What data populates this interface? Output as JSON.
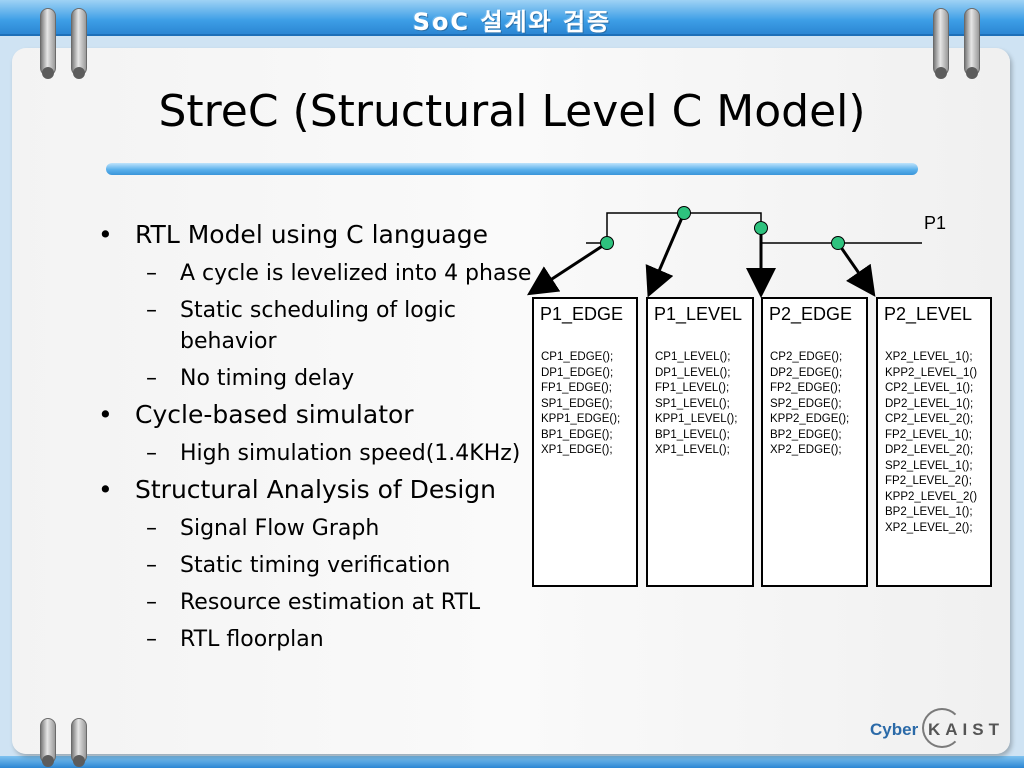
{
  "header": {
    "title": "SoC 설계와 검증"
  },
  "slide": {
    "title": "StreC (Structural Level C Model)"
  },
  "bullets": [
    {
      "text": "RTL Model using C language",
      "sub": [
        "A cycle is levelized into 4 phase",
        "Static scheduling of logic behavior",
        "No timing delay"
      ]
    },
    {
      "text": "Cycle-based simulator",
      "sub": [
        "High simulation speed(1.4KHz)"
      ]
    },
    {
      "text": "Structural Analysis of Design",
      "sub": [
        "Signal Flow Graph",
        "Static timing verification",
        "Resource estimation at RTL",
        "RTL floorplan"
      ]
    }
  ],
  "diagram": {
    "signal_label": "P1",
    "boxes": [
      {
        "title": "P1_EDGE",
        "items": [
          "CP1_EDGE();",
          "DP1_EDGE();",
          "FP1_EDGE();",
          "SP1_EDGE();",
          "KPP1_EDGE();",
          "BP1_EDGE();",
          "XP1_EDGE();"
        ]
      },
      {
        "title": "P1_LEVEL",
        "items": [
          "CP1_LEVEL();",
          "DP1_LEVEL();",
          "FP1_LEVEL();",
          "SP1_LEVEL();",
          "KPP1_LEVEL();",
          "BP1_LEVEL();",
          "XP1_LEVEL();"
        ]
      },
      {
        "title": "P2_EDGE",
        "items": [
          "CP2_EDGE();",
          "DP2_EDGE();",
          "FP2_EDGE();",
          "SP2_EDGE();",
          "KPP2_EDGE();",
          "BP2_EDGE();",
          "XP2_EDGE();"
        ]
      },
      {
        "title": "P2_LEVEL",
        "items": [
          "XP2_LEVEL_1();",
          "KPP2_LEVEL_1()",
          "CP2_LEVEL_1();",
          "DP2_LEVEL_1();",
          "CP2_LEVEL_2();",
          "FP2_LEVEL_1();",
          "DP2_LEVEL_2();",
          "SP2_LEVEL_1();",
          "FP2_LEVEL_2();",
          "KPP2_LEVEL_2()",
          "BP2_LEVEL_1();",
          "XP2_LEVEL_2();"
        ]
      }
    ]
  },
  "logo": {
    "cyber": "Cyber",
    "kaist": "KAIST"
  },
  "colors": {
    "accent": "#3d9ee6",
    "node": "#2ec27e"
  }
}
